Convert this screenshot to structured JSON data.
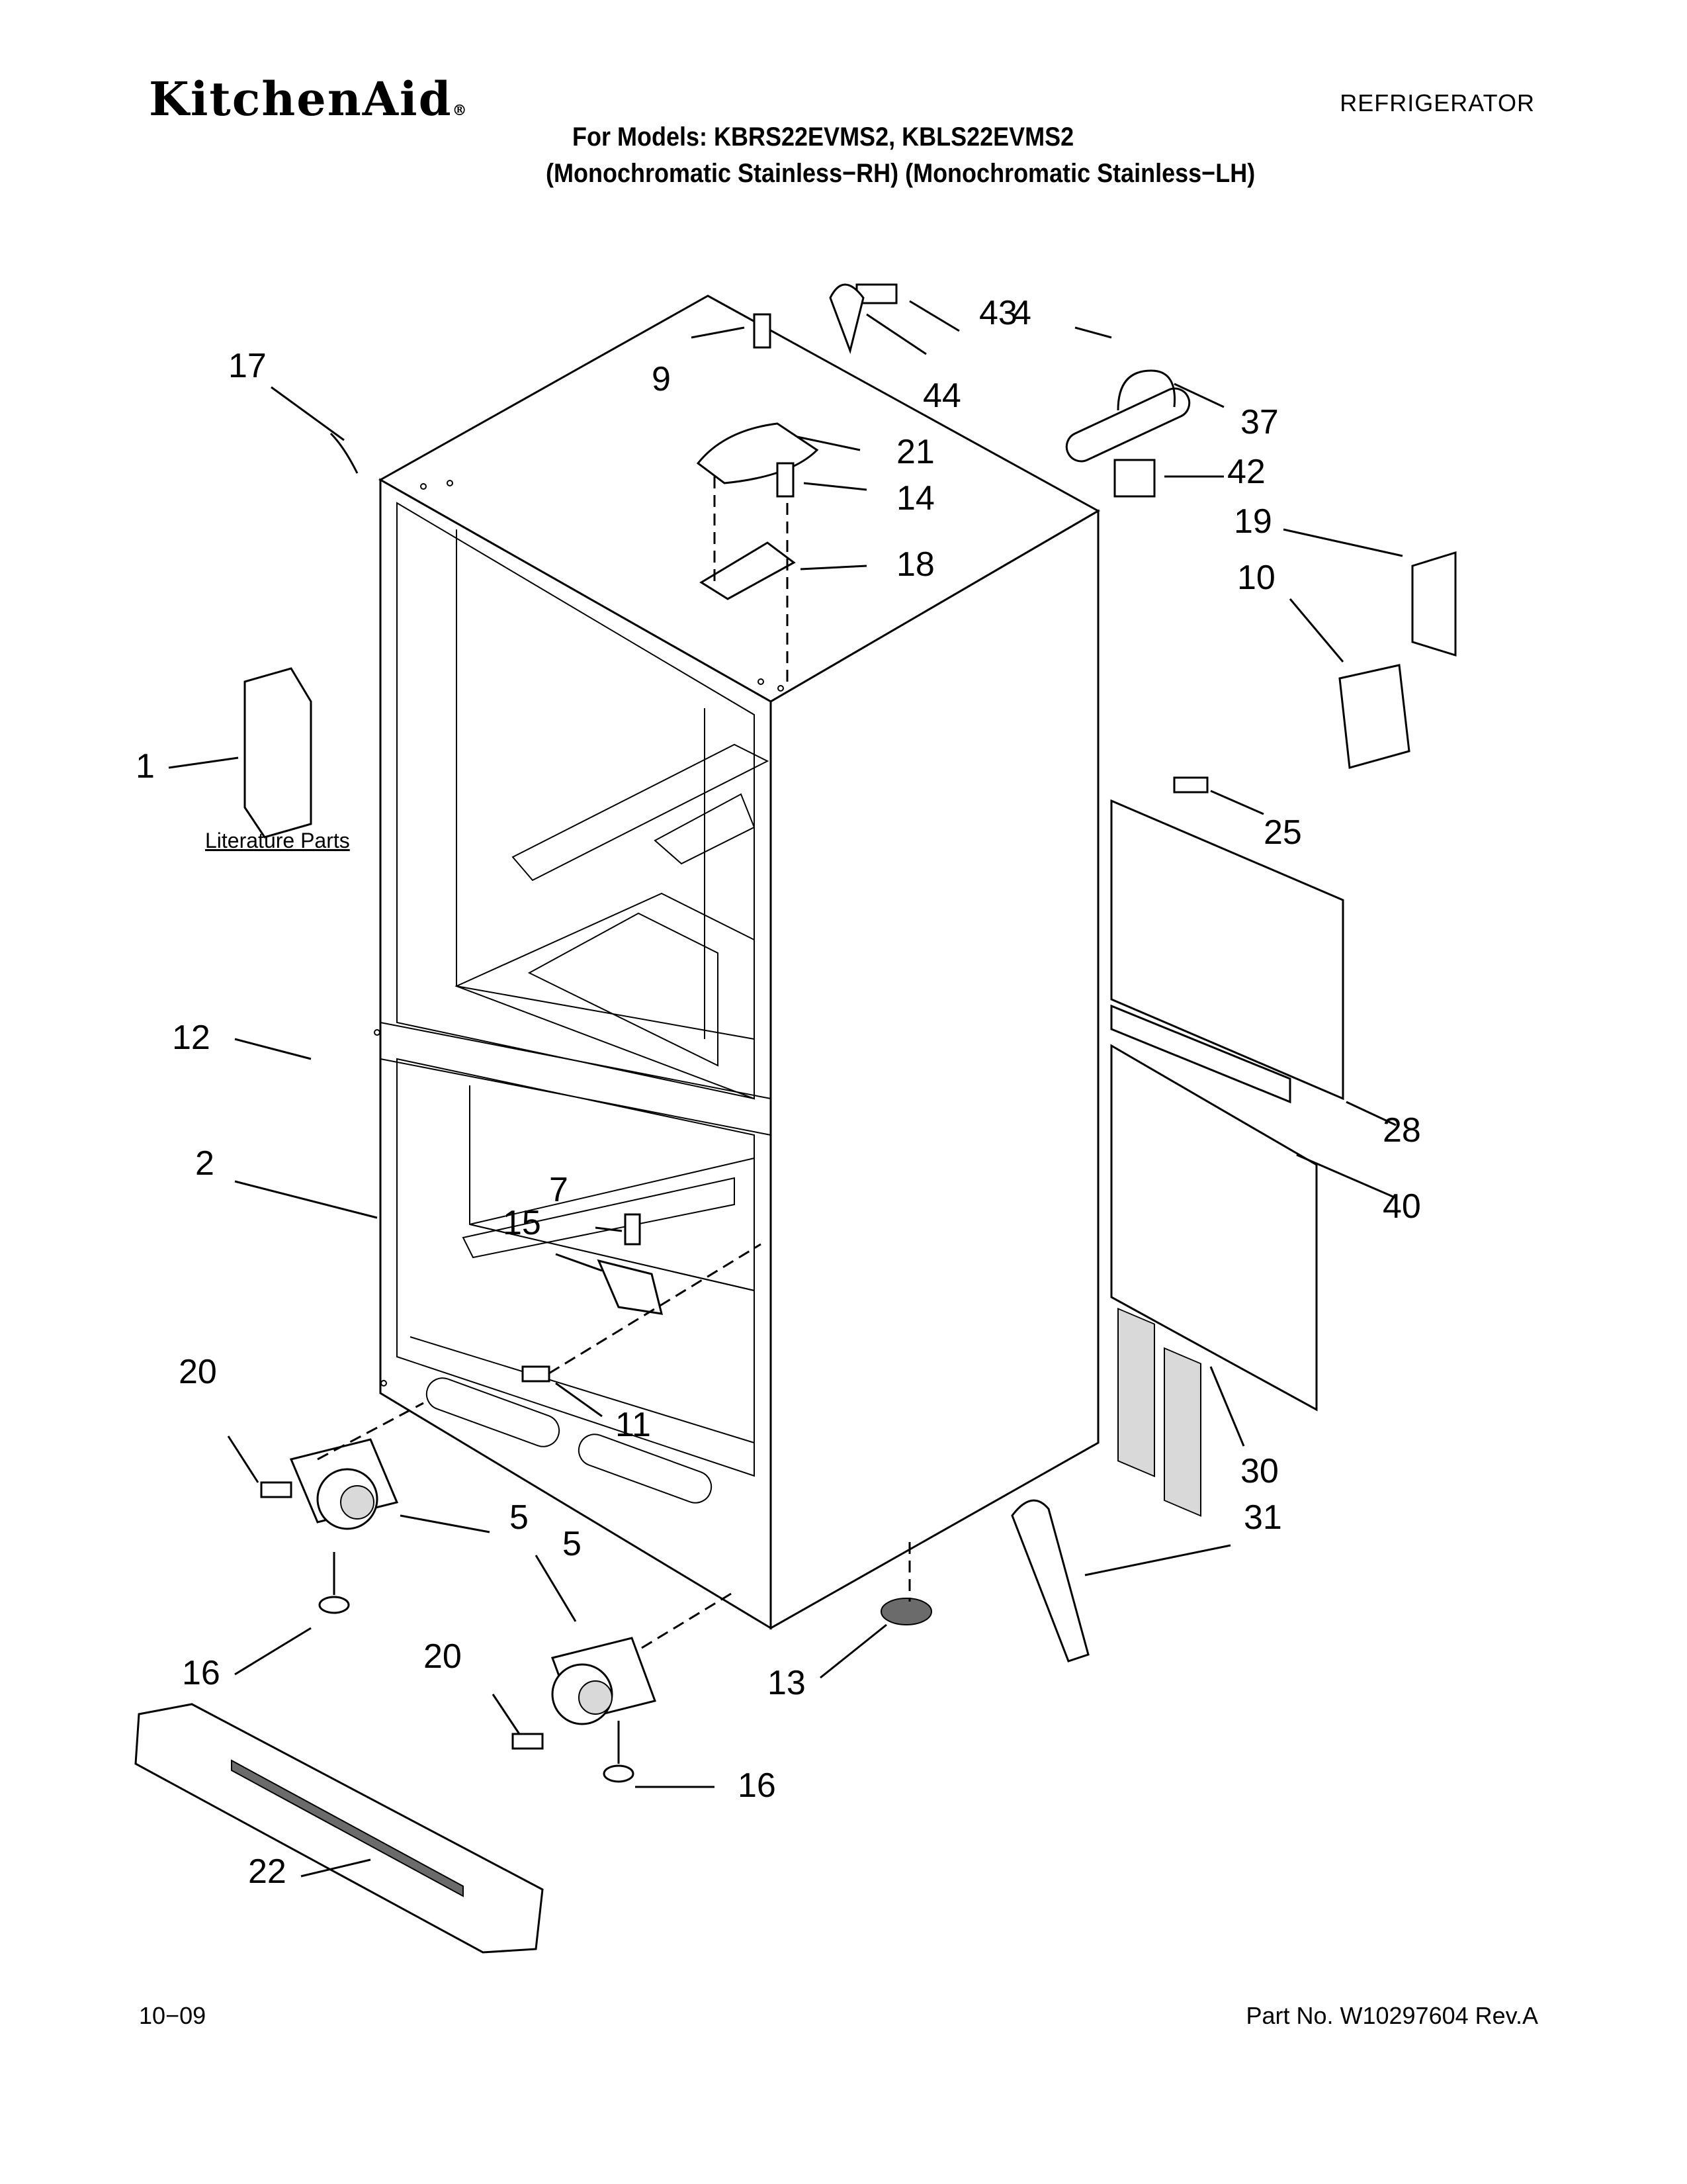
{
  "header": {
    "brand": "KitchenAid",
    "brand_mark": "®",
    "category": "REFRIGERATOR",
    "models_line": "For Models: KBRS22EVMS2, KBLS22EVMS2",
    "description_line": "(Monochromatic Stainless−RH) (Monochromatic Stainless−LH)"
  },
  "literature_label": "Literature Parts",
  "callouts": [
    "1",
    "2",
    "4",
    "5",
    "5",
    "7",
    "9",
    "10",
    "11",
    "12",
    "13",
    "14",
    "15",
    "16",
    "16",
    "17",
    "18",
    "19",
    "20",
    "20",
    "21",
    "22",
    "25",
    "28",
    "30",
    "31",
    "37",
    "40",
    "42",
    "43",
    "44"
  ],
  "footer": {
    "date": "10−09",
    "part_number": "Part No. W10297604 Rev.A"
  }
}
